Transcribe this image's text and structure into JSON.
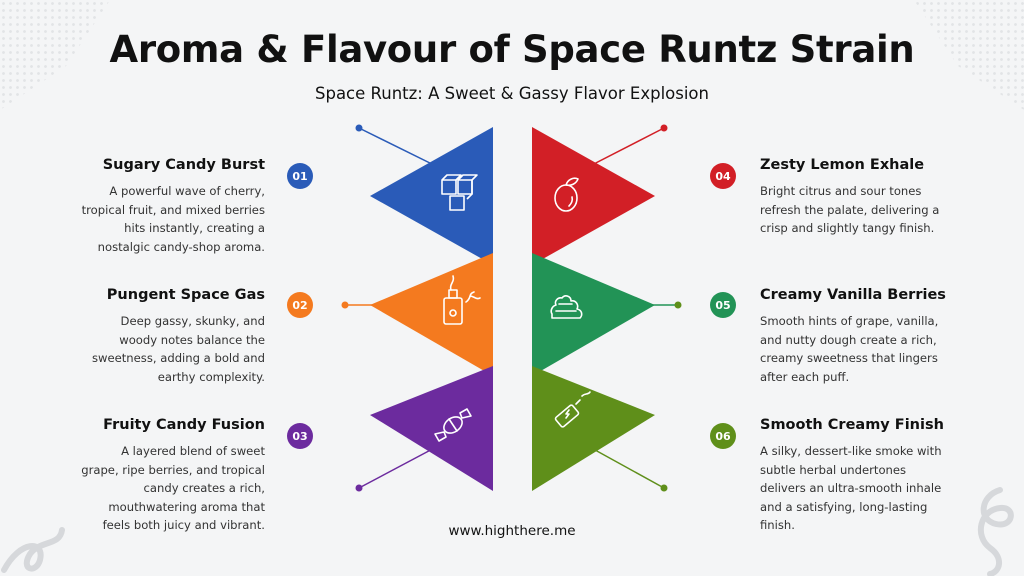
{
  "title": "Aroma & Flavour of Space Runtz Strain",
  "subtitle": "Space Runtz: A Sweet & Gassy Flavor Explosion",
  "footer": "www.highthere.me",
  "colors": {
    "blue": "#2a5bb8",
    "orange": "#f47a1f",
    "purple": "#6c2b9e",
    "red": "#d21f26",
    "green": "#229356",
    "olive": "#5f8f1a"
  },
  "items": [
    {
      "num": "01",
      "heading": "Sugary Candy Burst",
      "icon": "sugar-cubes-icon",
      "lines": [
        "A powerful wave of cherry,",
        "tropical fruit, and mixed berries",
        "hits instantly, creating a",
        "nostalgic candy-shop aroma."
      ]
    },
    {
      "num": "02",
      "heading": "Pungent Space Gas",
      "icon": "gas-can-icon",
      "lines": [
        "Deep gassy, skunky, and",
        "woody notes balance the",
        "sweetness, adding a bold and",
        "earthy complexity."
      ]
    },
    {
      "num": "03",
      "heading": "Fruity Candy Fusion",
      "icon": "wrapped-candy-icon",
      "lines": [
        "A layered blend of sweet",
        "grape, ripe berries, and tropical",
        "candy creates a rich,",
        "mouthwatering aroma that",
        "feels both juicy and vibrant."
      ]
    },
    {
      "num": "04",
      "heading": "Zesty Lemon Exhale",
      "icon": "lemon-icon",
      "lines": [
        "Bright citrus and sour tones",
        "refresh the palate, delivering a",
        "crisp and slightly tangy finish."
      ]
    },
    {
      "num": "05",
      "heading": "Creamy Vanilla Berries",
      "icon": "whipped-cream-icon",
      "lines": [
        "Smooth hints of grape, vanilla,",
        "and nutty dough create a rich,",
        "creamy sweetness that lingers",
        "after each puff."
      ]
    },
    {
      "num": "06",
      "heading": "Smooth Creamy Finish",
      "icon": "vape-pen-icon",
      "lines": [
        "A silky, dessert-like smoke with",
        "subtle herbal undertones",
        "delivers an ultra-smooth inhale",
        "and a satisfying, long-lasting",
        "finish."
      ]
    }
  ]
}
